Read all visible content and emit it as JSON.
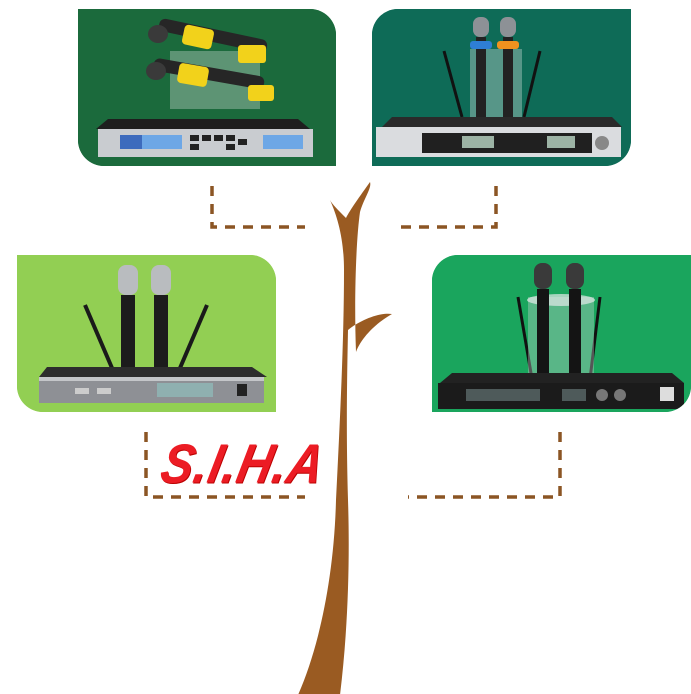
{
  "brand": {
    "logo_text": "S.I.H.A",
    "logo_color": "#ec1c24"
  },
  "colors": {
    "trunk": "#9a5b22",
    "connector": "#8b5524",
    "card_1_bg": "#1b6a3c",
    "card_2_bg": "#0e6b57",
    "card_3_bg": "#92cf53",
    "card_4_bg": "#1aa55d"
  },
  "products": [
    {
      "label": "wireless-mic-set-yellow-holders"
    },
    {
      "label": "wireless-mic-set-blue-orange-rings"
    },
    {
      "label": "wireless-mic-set-antennas-silver"
    },
    {
      "label": "wireless-mic-set-black-stand"
    }
  ]
}
